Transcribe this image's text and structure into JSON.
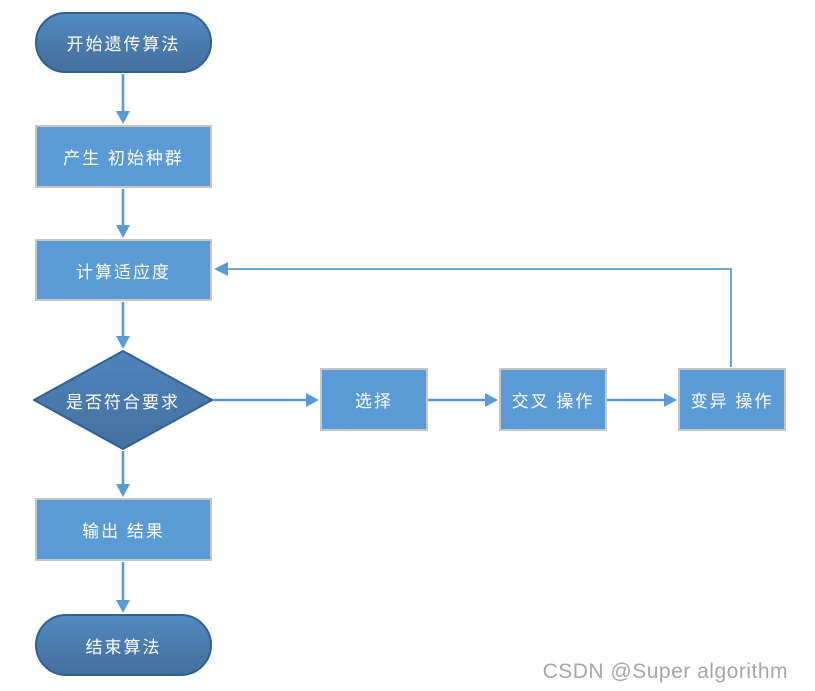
{
  "flowchart": {
    "nodes": [
      {
        "id": "start",
        "type": "terminator",
        "label": "开始遗传算法"
      },
      {
        "id": "init",
        "type": "process",
        "label": "产生 初始种群"
      },
      {
        "id": "fitness",
        "type": "process",
        "label": "计算适应度"
      },
      {
        "id": "decision",
        "type": "decision",
        "label": "是否符合要求"
      },
      {
        "id": "select",
        "type": "process",
        "label": "选择"
      },
      {
        "id": "crossover",
        "type": "process",
        "label": "交叉 操作"
      },
      {
        "id": "mutation",
        "type": "process",
        "label": "变异 操作"
      },
      {
        "id": "output",
        "type": "process",
        "label": "输出 结果"
      },
      {
        "id": "end",
        "type": "terminator",
        "label": "结束算法"
      }
    ],
    "edges": [
      {
        "from": "start",
        "to": "init"
      },
      {
        "from": "init",
        "to": "fitness"
      },
      {
        "from": "fitness",
        "to": "decision"
      },
      {
        "from": "decision",
        "to": "output"
      },
      {
        "from": "output",
        "to": "end"
      },
      {
        "from": "decision",
        "to": "select"
      },
      {
        "from": "select",
        "to": "crossover"
      },
      {
        "from": "crossover",
        "to": "mutation"
      },
      {
        "from": "mutation",
        "to": "fitness",
        "route": "up-then-left-loop"
      }
    ]
  },
  "colors": {
    "terminator_fill_top": "#548AC0",
    "terminator_fill_bottom": "#44709F",
    "terminator_border": "#31618F",
    "process_fill": "#5B9BD5",
    "process_border": "#C6C6C6",
    "connector": "#5B9BD5",
    "node_text": "#FFFFFF",
    "watermark_text": "#A6A6A6",
    "background": "#FFFFFF"
  },
  "watermark": {
    "text": "CSDN @Super algorithm"
  }
}
